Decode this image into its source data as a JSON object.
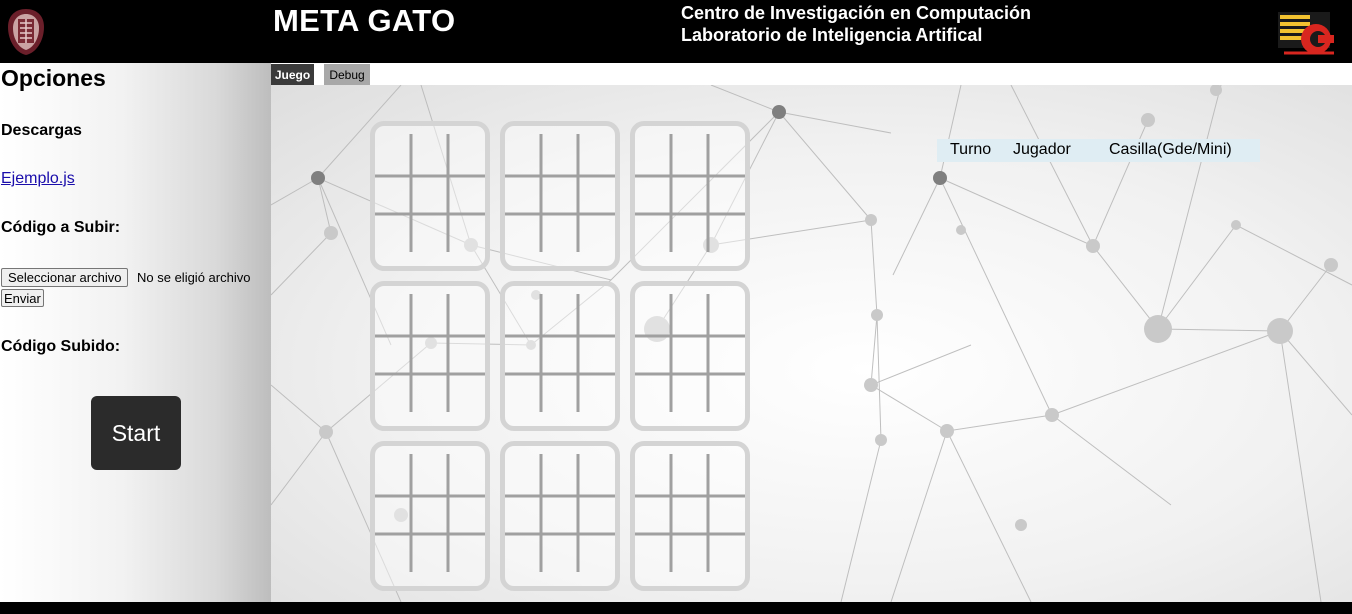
{
  "header": {
    "app_title": "META GATO",
    "org_line1": "Centro de Investigación en Computación",
    "org_line2": "Laboratorio de Inteligencia Artifical",
    "logo_left_icon": "ipn-crest-icon",
    "logo_right_icon": "cic-logo-icon"
  },
  "sidebar": {
    "title": "Opciones",
    "downloads_heading": "Descargas",
    "example_link": "Ejemplo.js",
    "upload_heading": "Código a Subir:",
    "file_select_button": "Seleccionar archivo",
    "file_status": "No se eligió archivo",
    "submit_button": "Enviar",
    "uploaded_heading": "Código Subido:",
    "start_button": "Start"
  },
  "tabs": {
    "juego": "Juego",
    "debug": "Debug",
    "active": "Juego"
  },
  "moves_table": {
    "columns": [
      "Turno",
      "Jugador",
      "Casilla(Gde/Mini)"
    ]
  },
  "colors": {
    "header_bg": "#000000",
    "start_button_bg": "#2b2b2b",
    "table_header_bg": "#dfedf3",
    "board_border": "#d4d4d4",
    "grid_line": "#a0a0a0"
  }
}
